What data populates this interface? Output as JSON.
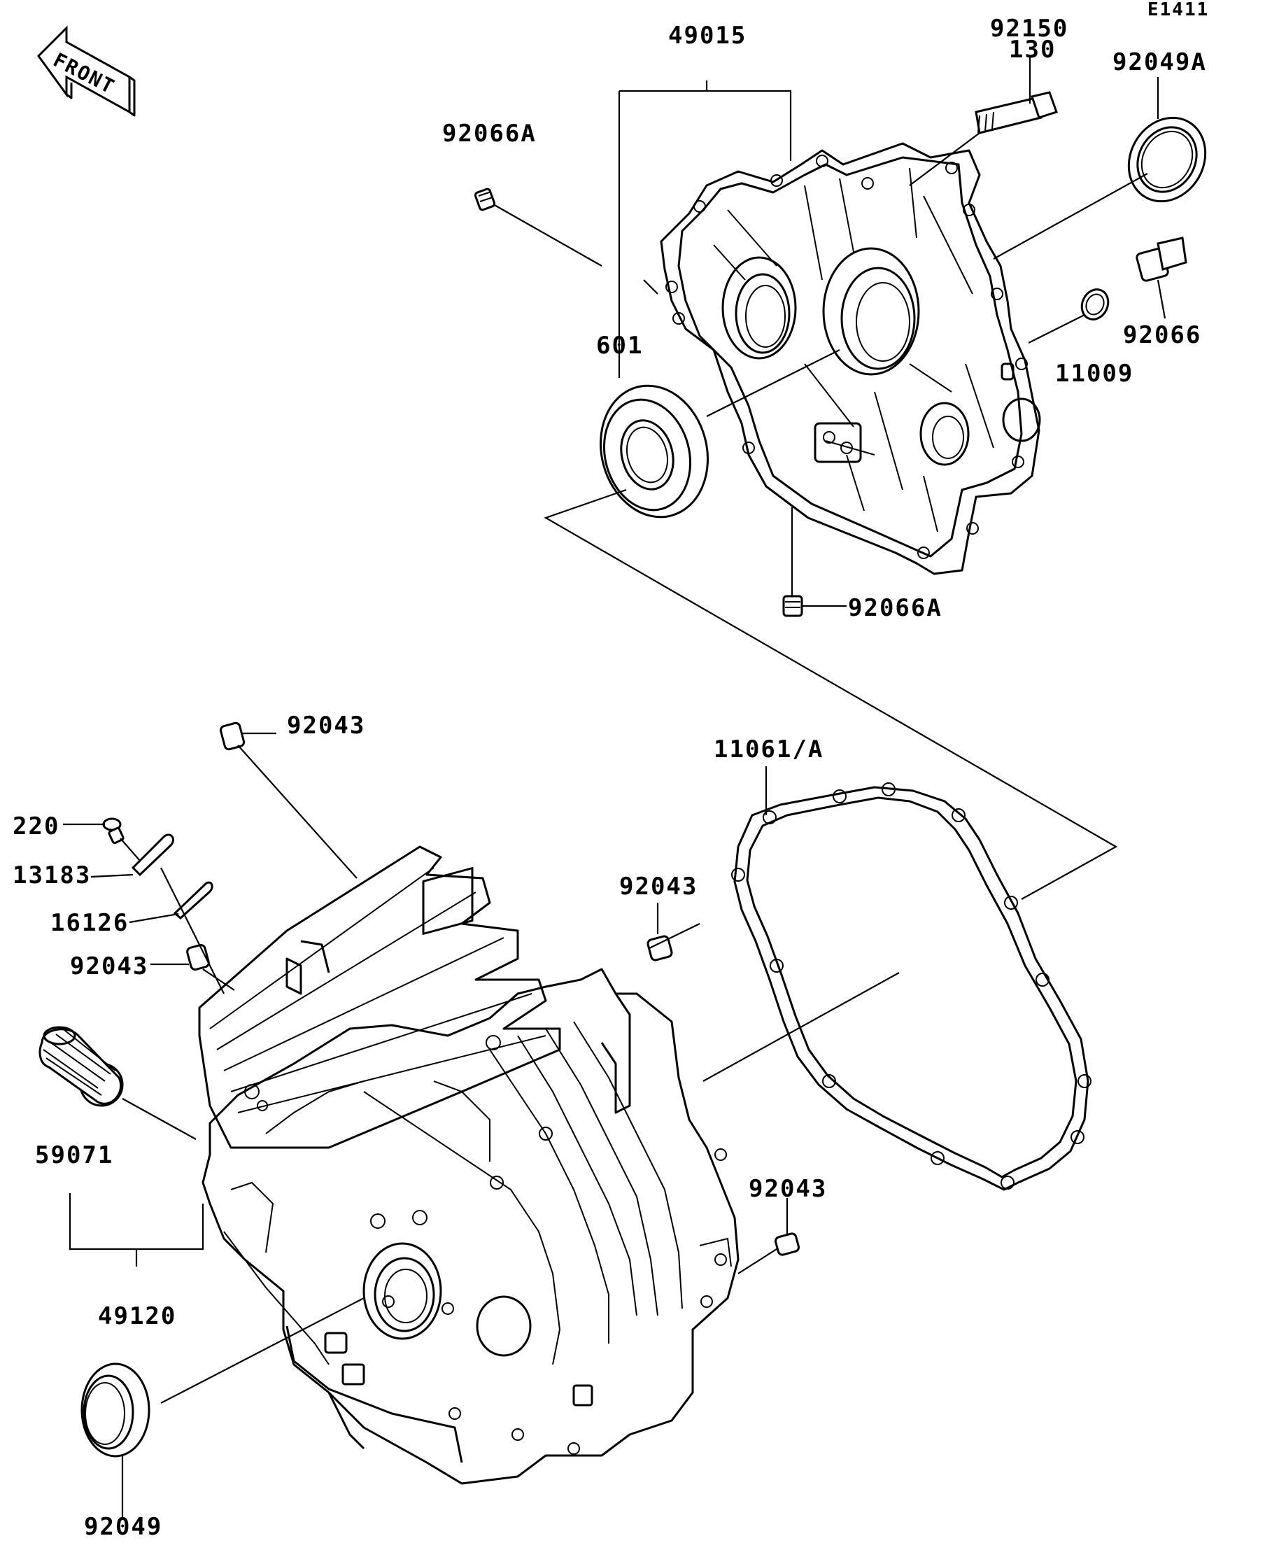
{
  "diagram_code": "E1411",
  "front_arrow": {
    "text": "FRONT",
    "icon": "front-arrow-icon"
  },
  "labels": {
    "p49015": "49015",
    "p92150": "92150",
    "p92150_130": "130",
    "p92049A": "92049A",
    "p92066A_top": "92066A",
    "p92066": "92066",
    "p11009": "11009",
    "p601": "601",
    "p92066A_bottom": "92066A",
    "p92043_a": "92043",
    "p11061A": "11061/A",
    "p220": "220",
    "p13183": "13183",
    "p16126": "16126",
    "p92043_b": "92043",
    "p92043_c": "92043",
    "p59071": "59071",
    "p49120": "49120",
    "p92043_d": "92043",
    "p92049": "92049"
  }
}
